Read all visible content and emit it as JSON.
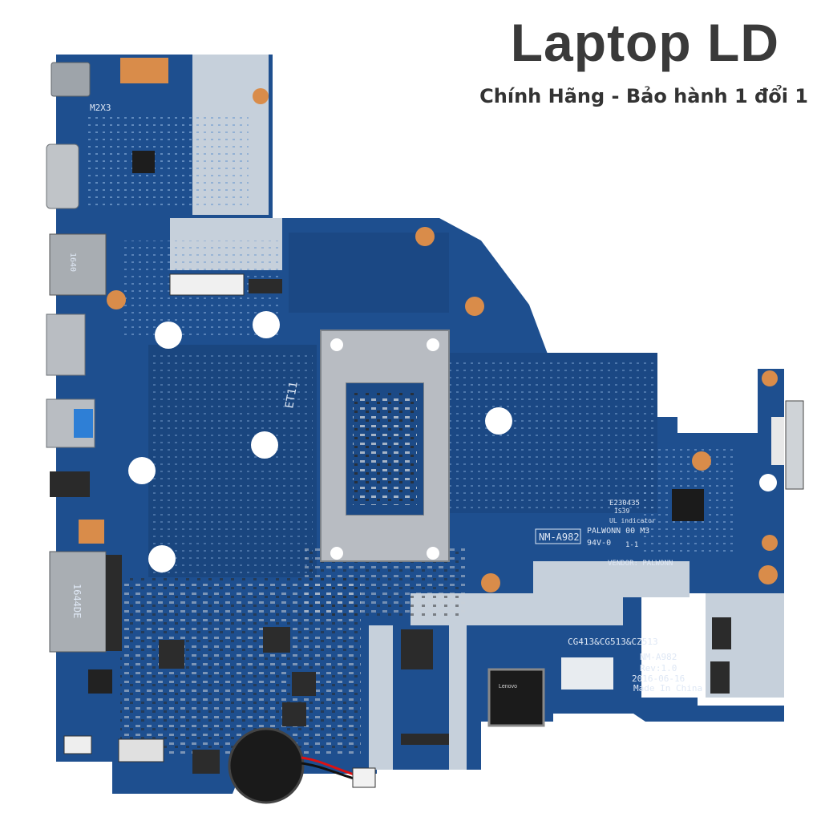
{
  "header": {
    "title": "Laptop LD",
    "subtitle": "Chính Hãng - Bảo hành 1 đổi 1"
  },
  "board_markings": {
    "model_left": "NM-A982",
    "palwonn": "PALWONN 00 M3",
    "rating": "94V-0",
    "ul_indicator": "UL indicator",
    "e_code": "E230435",
    "e_sub": "IS39",
    "vendor": "VENDOR: PALWONN",
    "series": "CG413&CG513&CZ513",
    "model_right": "NM-A982",
    "revision": "Rev:1.0",
    "date": "2016-06-16",
    "origin": "Made In China",
    "et11": "ET11",
    "m2x3": "M2X3",
    "card_slot": "1640",
    "shield_label": "1644DE",
    "chip_brand": "Lenovo",
    "side_one": "1-1"
  },
  "colors": {
    "pcb": "#1e4f8f",
    "pcb_dark": "#173f75",
    "silkscreen": "#e6edf7",
    "pad": "#d98c4a",
    "metal": "#b8bcc2"
  }
}
